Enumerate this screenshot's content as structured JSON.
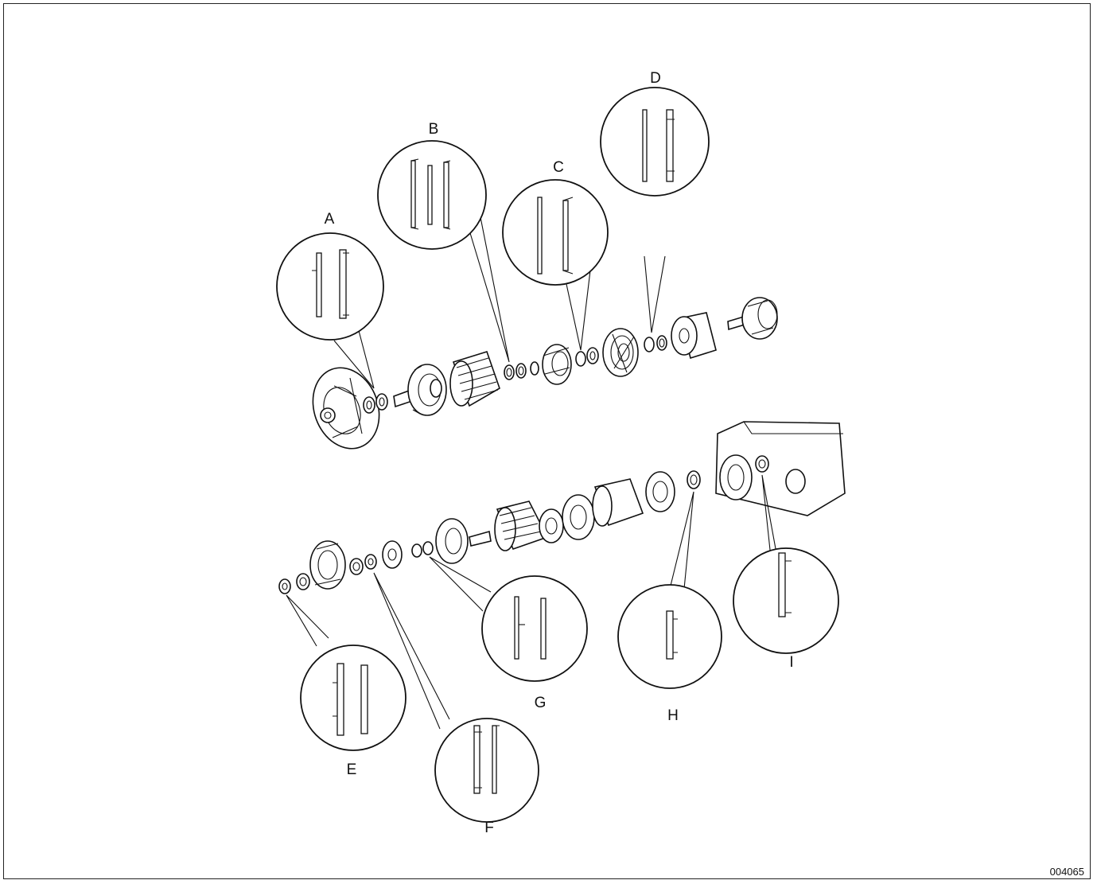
{
  "figure_number": "004065",
  "callouts": [
    {
      "id": "A",
      "label": "A"
    },
    {
      "id": "B",
      "label": "B"
    },
    {
      "id": "C",
      "label": "C"
    },
    {
      "id": "D",
      "label": "D"
    },
    {
      "id": "E",
      "label": "E"
    },
    {
      "id": "F",
      "label": "F"
    },
    {
      "id": "G",
      "label": "G"
    },
    {
      "id": "H",
      "label": "H"
    },
    {
      "id": "I",
      "label": "I"
    }
  ]
}
